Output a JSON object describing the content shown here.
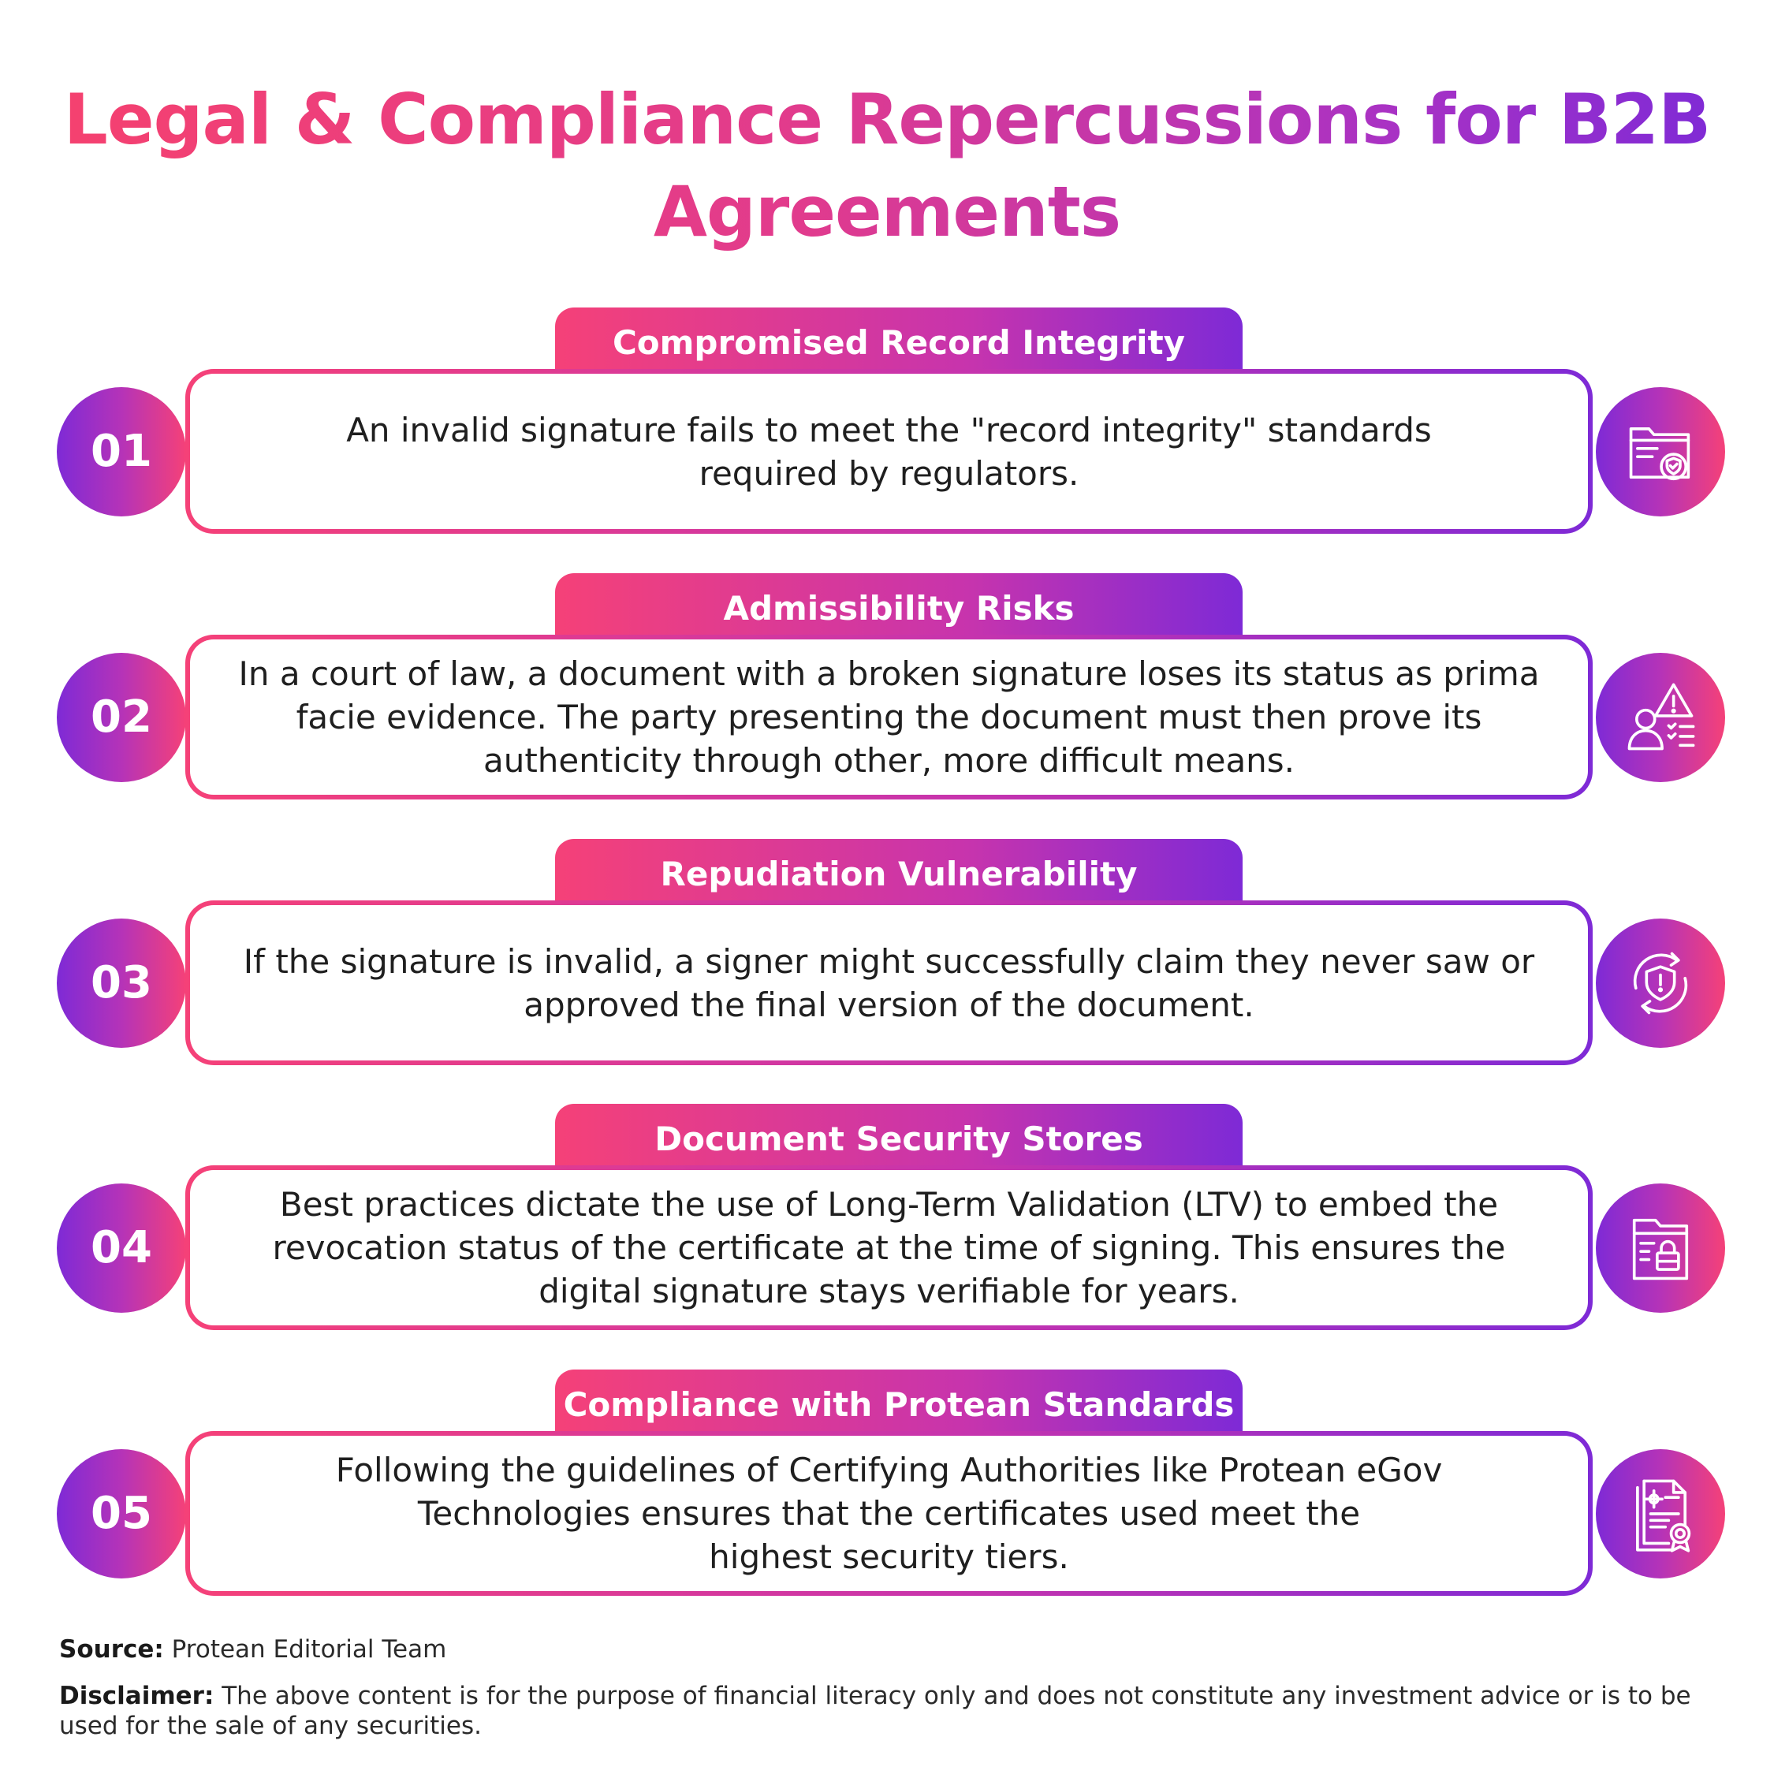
{
  "title": {
    "line1": "Legal & Compliance Repercussions for B2B",
    "line2": "Agreements"
  },
  "items": [
    {
      "number": "01",
      "heading": "Compromised Record Integrity",
      "text": "An invalid signature fails to meet the \"record integrity\" standards\nrequired by regulators.",
      "icon": "folder-shield-icon"
    },
    {
      "number": "02",
      "heading": "Admissibility Risks",
      "text": "In a court of law, a document with a broken signature loses its status as prima\nfacie evidence. The party presenting the document must then prove its\nauthenticity through other, more difficult means.",
      "icon": "user-warning-icon"
    },
    {
      "number": "03",
      "heading": "Repudiation Vulnerability",
      "text": "If the signature is invalid, a signer might successfully claim they never saw or\napproved the final version of the document.",
      "icon": "shield-refresh-icon"
    },
    {
      "number": "04",
      "heading": "Document Security Stores",
      "text": "Best practices dictate the use of Long-Term Validation (LTV) to embed the\nrevocation status of the certificate at the time of signing. This ensures the\ndigital signature stays verifiable for years.",
      "icon": "secure-folder-icon"
    },
    {
      "number": "05",
      "heading": "Compliance with Protean Standards",
      "text": "Following the guidelines of Certifying Authorities like Protean eGov\nTechnologies ensures that the certificates used meet the\nhighest security tiers.",
      "icon": "certificate-icon"
    }
  ],
  "footer": {
    "source_label": "Source:",
    "source_text": " Protean Editorial Team",
    "disclaimer_label": "Disclaimer:",
    "disclaimer_text": " The above content is for the purpose of financial literacy only and does not constitute any investment advice or is to be used for the sale of any securities."
  },
  "colors": {
    "gradient_pink": "#f54178",
    "gradient_magenta": "#c734ad",
    "gradient_purple": "#7e2ad6",
    "body_text": "#1f1f1f"
  }
}
